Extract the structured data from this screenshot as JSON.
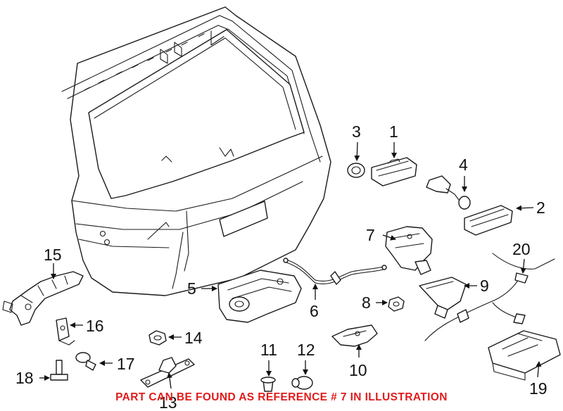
{
  "callouts": {
    "c1": "1",
    "c2": "2",
    "c3": "3",
    "c4": "4",
    "c5": "5",
    "c6": "6",
    "c7": "7",
    "c8": "8",
    "c9": "9",
    "c10": "10",
    "c11": "11",
    "c12": "12",
    "c13": "13",
    "c14": "14",
    "c15": "15",
    "c16": "16",
    "c17": "17",
    "c18": "18",
    "c19": "19",
    "c20": "20"
  },
  "footer_note": "PART CAN BE FOUND AS REFERENCE # 7 IN ILLUSTRATION",
  "colors": {
    "note_red": "#e11b1b",
    "line": "#1a1a1a"
  }
}
